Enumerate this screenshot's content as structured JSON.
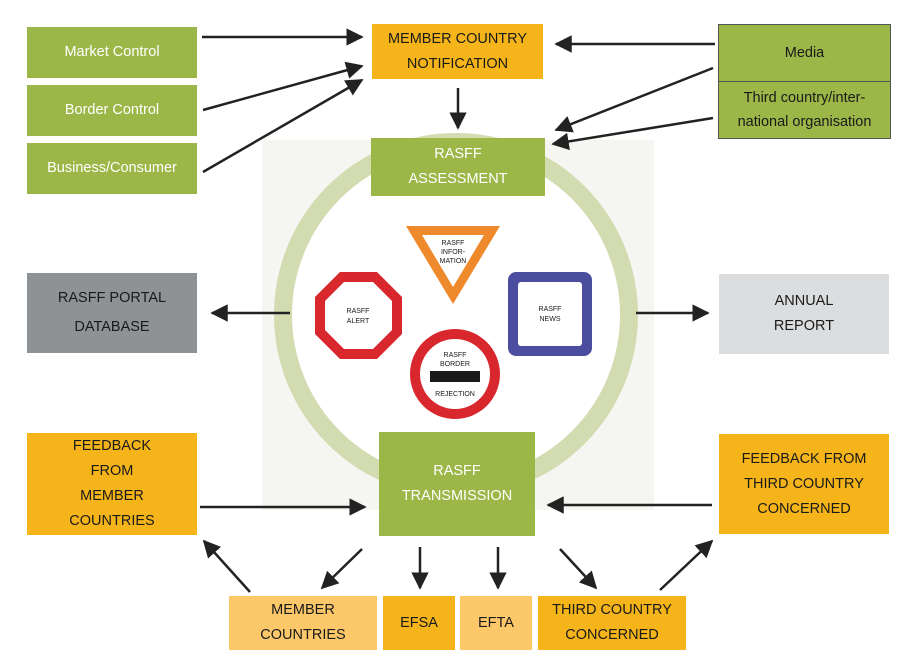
{
  "sources_left": [
    "Market Control",
    "Border Control",
    "Business/Consumer"
  ],
  "sources_right": [
    "Media",
    "Third country/inter-national organisation"
  ],
  "notification": [
    "MEMBER COUNTRY",
    "NOTIFICATION"
  ],
  "assessment": [
    "RASFF",
    "ASSESSMENT"
  ],
  "transmission": [
    "RASFF",
    "TRANSMISSION"
  ],
  "portal": [
    "RASFF PORTAL",
    "DATABASE"
  ],
  "annual": [
    "ANNUAL",
    "REPORT"
  ],
  "feedback_member": [
    "FEEDBACK",
    "FROM",
    "MEMBER",
    "COUNTRIES"
  ],
  "feedback_third": [
    "FEEDBACK FROM",
    "THIRD COUNTRY",
    "CONCERNED"
  ],
  "recipients": {
    "member": [
      "MEMBER",
      "COUNTRIES"
    ],
    "efsa": "EFSA",
    "efta": "EFTA",
    "third": [
      "THIRD COUNTRY",
      "CONCERNED"
    ]
  },
  "signs": {
    "information": [
      "RASFF",
      "INFOR-",
      "MATION"
    ],
    "alert": [
      "RASFF",
      "ALERT"
    ],
    "news": [
      "RASFF",
      "NEWS"
    ],
    "border": [
      "RASFF",
      "BORDER",
      "REJECTION"
    ]
  },
  "colors": {
    "green": "#9bb748",
    "orange": "#f5b51a",
    "light_orange": "#fcc86a",
    "grey": "#8f9294",
    "light_grey": "#dbdddf",
    "alert_red": "#d9272e",
    "info_orange": "#ef8a2c",
    "news_blue": "#4b4d9e"
  }
}
